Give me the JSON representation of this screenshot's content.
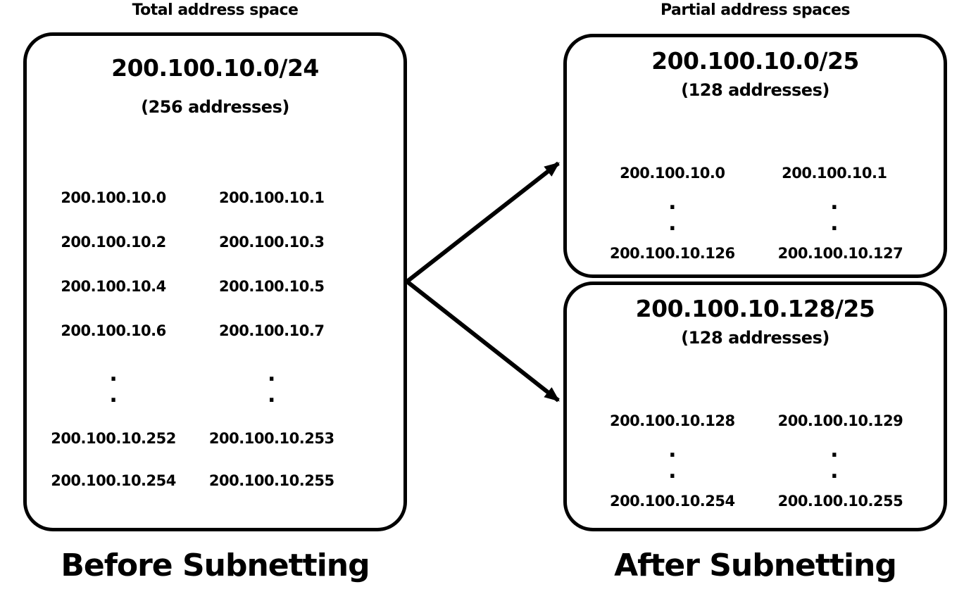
{
  "dot": ".",
  "colors": {
    "ink": "#000000",
    "background": "#ffffff"
  },
  "before": {
    "heading": "Total address space",
    "caption": "Before Subnetting",
    "box": {
      "title": "200.100.10.0/24",
      "subtitle": "(256 addresses)",
      "rows_top": [
        [
          "200.100.10.0",
          "200.100.10.1"
        ],
        [
          "200.100.10.2",
          "200.100.10.3"
        ],
        [
          "200.100.10.4",
          "200.100.10.5"
        ],
        [
          "200.100.10.6",
          "200.100.10.7"
        ]
      ],
      "rows_bottom": [
        [
          "200.100.10.252",
          "200.100.10.253"
        ],
        [
          "200.100.10.254",
          "200.100.10.255"
        ]
      ]
    }
  },
  "after": {
    "heading": "Partial address spaces",
    "caption": "After Subnetting",
    "boxes": [
      {
        "title": "200.100.10.0/25",
        "subtitle": "(128 addresses)",
        "first_row": [
          "200.100.10.0",
          "200.100.10.1"
        ],
        "last_row": [
          "200.100.10.126",
          "200.100.10.127"
        ]
      },
      {
        "title": "200.100.10.128/25",
        "subtitle": "(128 addresses)",
        "first_row": [
          "200.100.10.128",
          "200.100.10.129"
        ],
        "last_row": [
          "200.100.10.254",
          "200.100.10.255"
        ]
      }
    ]
  }
}
